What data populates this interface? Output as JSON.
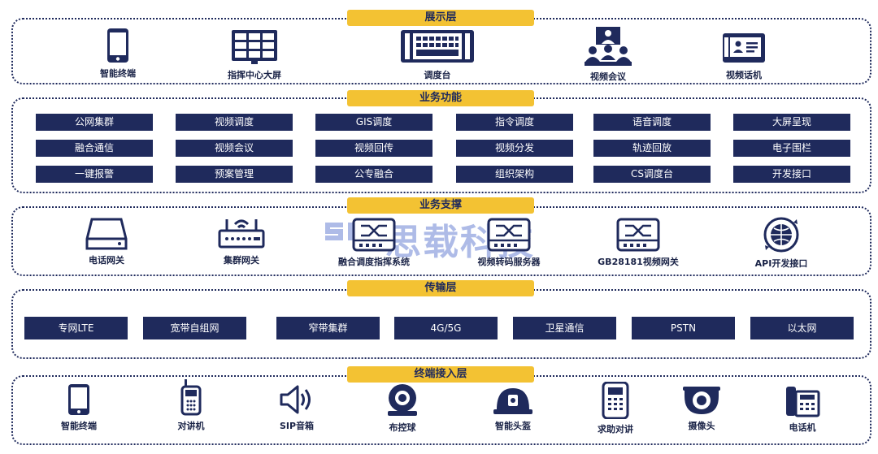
{
  "layers": {
    "display": {
      "title": "展示层",
      "items": [
        {
          "label": "智能终端",
          "icon": "smartphone-icon"
        },
        {
          "label": "指挥中心大屏",
          "icon": "video-wall-icon"
        },
        {
          "label": "调度台",
          "icon": "dispatch-console-icon"
        },
        {
          "label": "视频会议",
          "icon": "video-conference-icon"
        },
        {
          "label": "视频话机",
          "icon": "video-phone-icon"
        }
      ]
    },
    "business": {
      "title": "业务功能",
      "rows": [
        [
          "公网集群",
          "视频调度",
          "GIS调度",
          "指令调度",
          "语音调度",
          "大屏呈现"
        ],
        [
          "融合通信",
          "视频会议",
          "视频回传",
          "视频分发",
          "轨迹回放",
          "电子围栏"
        ],
        [
          "一键报警",
          "预案管理",
          "公专融合",
          "组织架构",
          "CS调度台",
          "开发接口"
        ]
      ]
    },
    "support": {
      "title": "业务支撑",
      "items": [
        {
          "label": "电话网关",
          "icon": "phone-gateway-icon"
        },
        {
          "label": "集群网关",
          "icon": "cluster-gateway-icon"
        },
        {
          "label": "融合调度指挥系统",
          "icon": "fusion-dispatch-icon"
        },
        {
          "label": "视频转码服务器",
          "icon": "transcoding-server-icon"
        },
        {
          "label": "GB28181视频网关",
          "icon": "gb28181-gateway-icon"
        },
        {
          "label": "API开发接口",
          "icon": "api-globe-icon"
        }
      ]
    },
    "transport": {
      "title": "传输层",
      "items": [
        "专网LTE",
        "宽带自组网",
        "窄带集群",
        "4G/5G",
        "卫星通信",
        "PSTN",
        "以太网"
      ]
    },
    "terminal": {
      "title": "终端接入层",
      "items": [
        {
          "label": "智能终端",
          "icon": "smartphone-icon"
        },
        {
          "label": "对讲机",
          "icon": "walkie-talkie-icon"
        },
        {
          "label": "SIP音箱",
          "icon": "speaker-icon"
        },
        {
          "label": "布控球",
          "icon": "dome-camera-icon"
        },
        {
          "label": "智能头盔",
          "icon": "helmet-icon"
        },
        {
          "label": "求助对讲",
          "icon": "help-intercom-icon"
        },
        {
          "label": "摄像头",
          "icon": "camera-icon"
        },
        {
          "label": "电话机",
          "icon": "desk-phone-icon"
        }
      ]
    }
  },
  "watermark": "思载科技",
  "colors": {
    "navy": "#1f2a5c",
    "accent": "#f3c233",
    "white": "#ffffff"
  }
}
